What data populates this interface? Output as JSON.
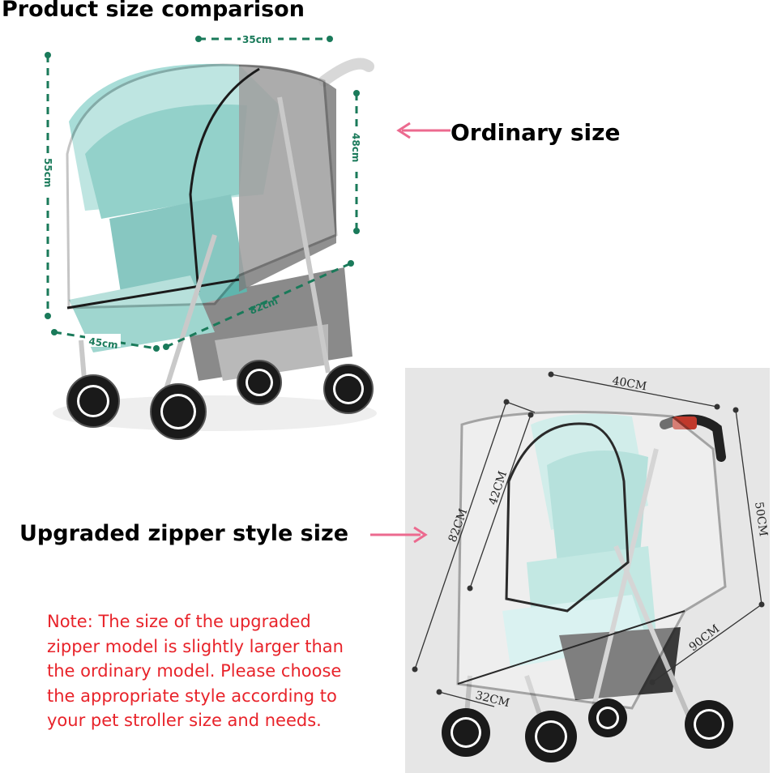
{
  "title": "Product size comparison",
  "labels": {
    "ordinary": "Ordinary size",
    "upgraded": "Upgraded zipper style size"
  },
  "ordinary_dimensions": {
    "top_width": "35cm",
    "total_height": "55cm",
    "side_height": "48cm",
    "depth": "82cm",
    "bottom_width": "45cm"
  },
  "upgraded_dimensions": {
    "top_width": "40CM",
    "front_height": "42CM",
    "total_height": "82CM",
    "side_height": "50CM",
    "depth": "90CM",
    "bottom_width": "32CM"
  },
  "note_lines": [
    "Note: The size of the upgraded",
    "zipper model is slightly larger than",
    "the ordinary model. Please choose",
    "the appropriate style according to",
    "your pet stroller size and needs."
  ],
  "colors": {
    "arrow": "#ec6a8f",
    "note_text": "#e8232a",
    "dimension_green": "#1a7a5a",
    "stroller_mint": "#a8ddd8"
  }
}
